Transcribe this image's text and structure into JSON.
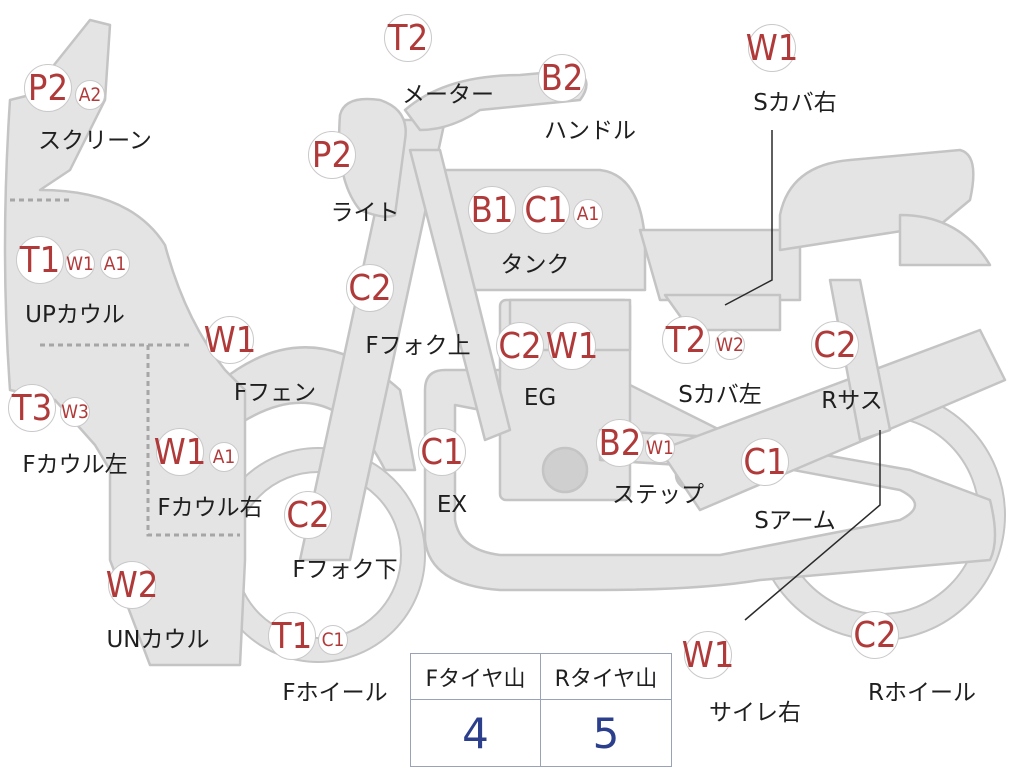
{
  "parts": [
    {
      "id": "screen",
      "label": "スクリーン",
      "codes": [
        "P2",
        "A2"
      ]
    },
    {
      "id": "meter",
      "label": "メーター",
      "codes": [
        "T2"
      ]
    },
    {
      "id": "handle",
      "label": "ハンドル",
      "codes": [
        "B2"
      ]
    },
    {
      "id": "light",
      "label": "ライト",
      "codes": [
        "P2"
      ]
    },
    {
      "id": "tank",
      "label": "タンク",
      "codes": [
        "B1",
        "C1",
        "A1"
      ]
    },
    {
      "id": "side-cover-right",
      "label": "Sカバ右",
      "codes": [
        "W1"
      ]
    },
    {
      "id": "up-cowl",
      "label": "UPカウル",
      "codes": [
        "T1",
        "W1",
        "A1"
      ]
    },
    {
      "id": "front-fork-upper",
      "label": "Fフォク上",
      "codes": [
        "C2"
      ]
    },
    {
      "id": "front-fender",
      "label": "Fフェン",
      "codes": [
        "W1"
      ]
    },
    {
      "id": "engine",
      "label": "EG",
      "codes": [
        "C2",
        "W1"
      ]
    },
    {
      "id": "side-cover-left",
      "label": "Sカバ左",
      "codes": [
        "T2",
        "W2"
      ]
    },
    {
      "id": "rear-suspension",
      "label": "Rサス",
      "codes": [
        "C2"
      ]
    },
    {
      "id": "front-cowl-left",
      "label": "Fカウル左",
      "codes": [
        "T3",
        "W3"
      ]
    },
    {
      "id": "front-cowl-right",
      "label": "Fカウル右",
      "codes": [
        "W1",
        "A1"
      ]
    },
    {
      "id": "exhaust",
      "label": "EX",
      "codes": [
        "C1"
      ]
    },
    {
      "id": "step",
      "label": "ステップ",
      "codes": [
        "B2",
        "W1"
      ]
    },
    {
      "id": "swing-arm",
      "label": "Sアーム",
      "codes": [
        "C1"
      ]
    },
    {
      "id": "front-fork-lower",
      "label": "Fフォク下",
      "codes": [
        "C2"
      ]
    },
    {
      "id": "under-cowl",
      "label": "UNカウル",
      "codes": [
        "W2"
      ]
    },
    {
      "id": "front-wheel",
      "label": "Fホイール",
      "codes": [
        "T1",
        "C1"
      ]
    },
    {
      "id": "silencer-right",
      "label": "サイレ右",
      "codes": [
        "W1"
      ]
    },
    {
      "id": "rear-wheel",
      "label": "Rホイール",
      "codes": [
        "C2"
      ]
    }
  ],
  "tire_tread": {
    "front_label": "Fタイヤ山",
    "rear_label": "Rタイヤ山",
    "front_value": "4",
    "rear_value": "5"
  },
  "colors": {
    "code": "#b03a3a",
    "value": "#2b3f8c",
    "bike": "#e4e4e4",
    "outline": "#c4c4c4"
  }
}
